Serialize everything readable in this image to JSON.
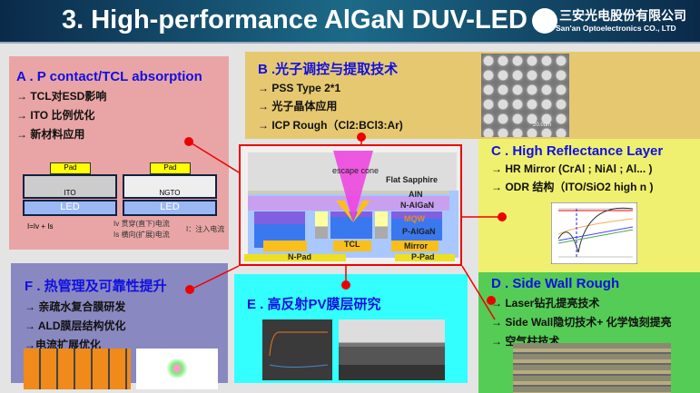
{
  "header": {
    "title": "3. High-performance AlGaN DUV-LED",
    "company_cn": "三安光电股份有限公司",
    "company_en": "San'an Optoelectronics CO., LTD"
  },
  "panel_a": {
    "title": "A . P contact/TCL absorption",
    "items": [
      "→ TCL对ESD影响",
      "→ ITO 比例优化",
      "→ 新材料应用"
    ],
    "diagram": {
      "pad": "Pad",
      "ito": "ITO",
      "ngto": "NGTO",
      "led": "LED",
      "formula": "I=Iv + Is",
      "legend_v": "Iv 贯穿(直下)电流",
      "legend_s": "Is 横向(扩展)电流",
      "legend_i": "I：注入电流"
    }
  },
  "panel_b": {
    "title": "B .光子调控与提取技术",
    "items": [
      "→ PSS Type 2*1",
      "→ 光子晶体应用",
      "→ ICP Rough（Cl2:BCl3:Ar)"
    ],
    "sem_scale": "20.0um"
  },
  "panel_c": {
    "title": "C . High Reflectance Layer",
    "items": [
      "→ HR Mirror (CrAl ; NiAl ; Al... )",
      "→ ODR 结构（ITO/SiO2 high n )"
    ]
  },
  "panel_d": {
    "title": "D . Side Wall Rough",
    "items": [
      "→ Laser钻孔提亮技术",
      "→ Side Wall隐切技术+ 化学蚀刻提亮",
      "→ 空气柱技术"
    ]
  },
  "panel_e": {
    "title": "E . 高反射PV膜层研究"
  },
  "panel_f": {
    "title": "F . 热管理及可靠性提升",
    "items": [
      "→ 亲疏水复合膜研发",
      "→ ALD膜层结构优化",
      "→电流扩展优化"
    ]
  },
  "center": {
    "escape": "escape cone",
    "sapphire": "Flat Sapphire",
    "aln": "AlN",
    "nalgan": "N-AlGaN",
    "mqw": "MQW",
    "palgan": "P-AlGaN",
    "tcl": "TCL",
    "mirror": "Mirror",
    "npad": "N-Pad",
    "ppad": "P-Pad"
  },
  "colors": {
    "accent": "#1010e0",
    "connector": "#ee0000"
  }
}
